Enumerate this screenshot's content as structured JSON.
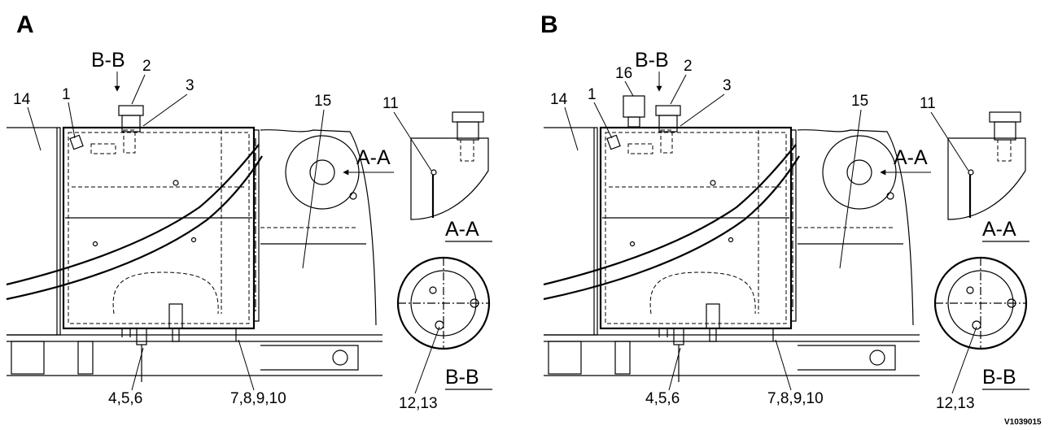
{
  "doc_id": "V1039015",
  "panels": [
    {
      "letter": "A",
      "section_bb_top": "B-B",
      "section_aa_arrow": "A-A",
      "detail_aa_label": "A-A",
      "detail_bb_label": "B-B",
      "callouts": {
        "c14": "14",
        "c1": "1",
        "c2": "2",
        "c3": "3",
        "c15": "15",
        "c11": "11",
        "c456": "4,5,6",
        "c78910": "7,8,9,10",
        "c1213": "12,13"
      }
    },
    {
      "letter": "B",
      "section_bb_top": "B-B",
      "section_aa_arrow": "A-A",
      "detail_aa_label": "A-A",
      "detail_bb_label": "B-B",
      "callouts": {
        "c16": "16",
        "c14": "14",
        "c1": "1",
        "c2": "2",
        "c3": "3",
        "c15": "15",
        "c11": "11",
        "c456": "4,5,6",
        "c78910": "7,8,9,10",
        "c1213": "12,13"
      }
    }
  ]
}
